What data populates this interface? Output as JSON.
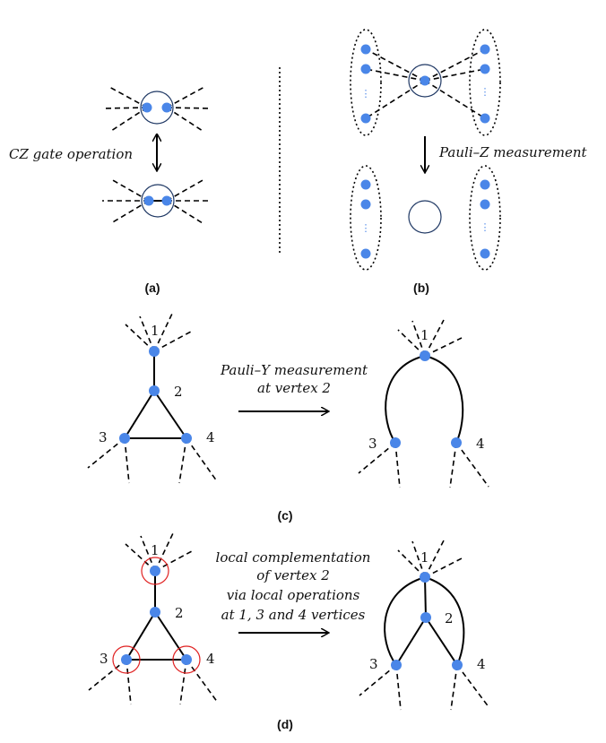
{
  "panel_a": {
    "label": "CZ gate operation",
    "caption": "(a)"
  },
  "panel_b": {
    "label": "Pauli–Z measurement",
    "caption": "(b)",
    "ellipsis": "⋮"
  },
  "panel_c": {
    "label_line1": "Pauli–Y measurement",
    "label_line2": "at vertex 2",
    "caption": "(c)",
    "vertex_labels": [
      "1",
      "2",
      "3",
      "4"
    ]
  },
  "panel_d": {
    "label_lines": [
      "local complementation",
      "of vertex 2",
      "via local operations",
      "at 1, 3 and 4 vertices"
    ],
    "caption": "(d)",
    "vertex_labels": [
      "1",
      "2",
      "3",
      "4"
    ]
  },
  "colors": {
    "node": "#4a86e8",
    "ring": "#1f3864",
    "highlight": "#e02020"
  }
}
